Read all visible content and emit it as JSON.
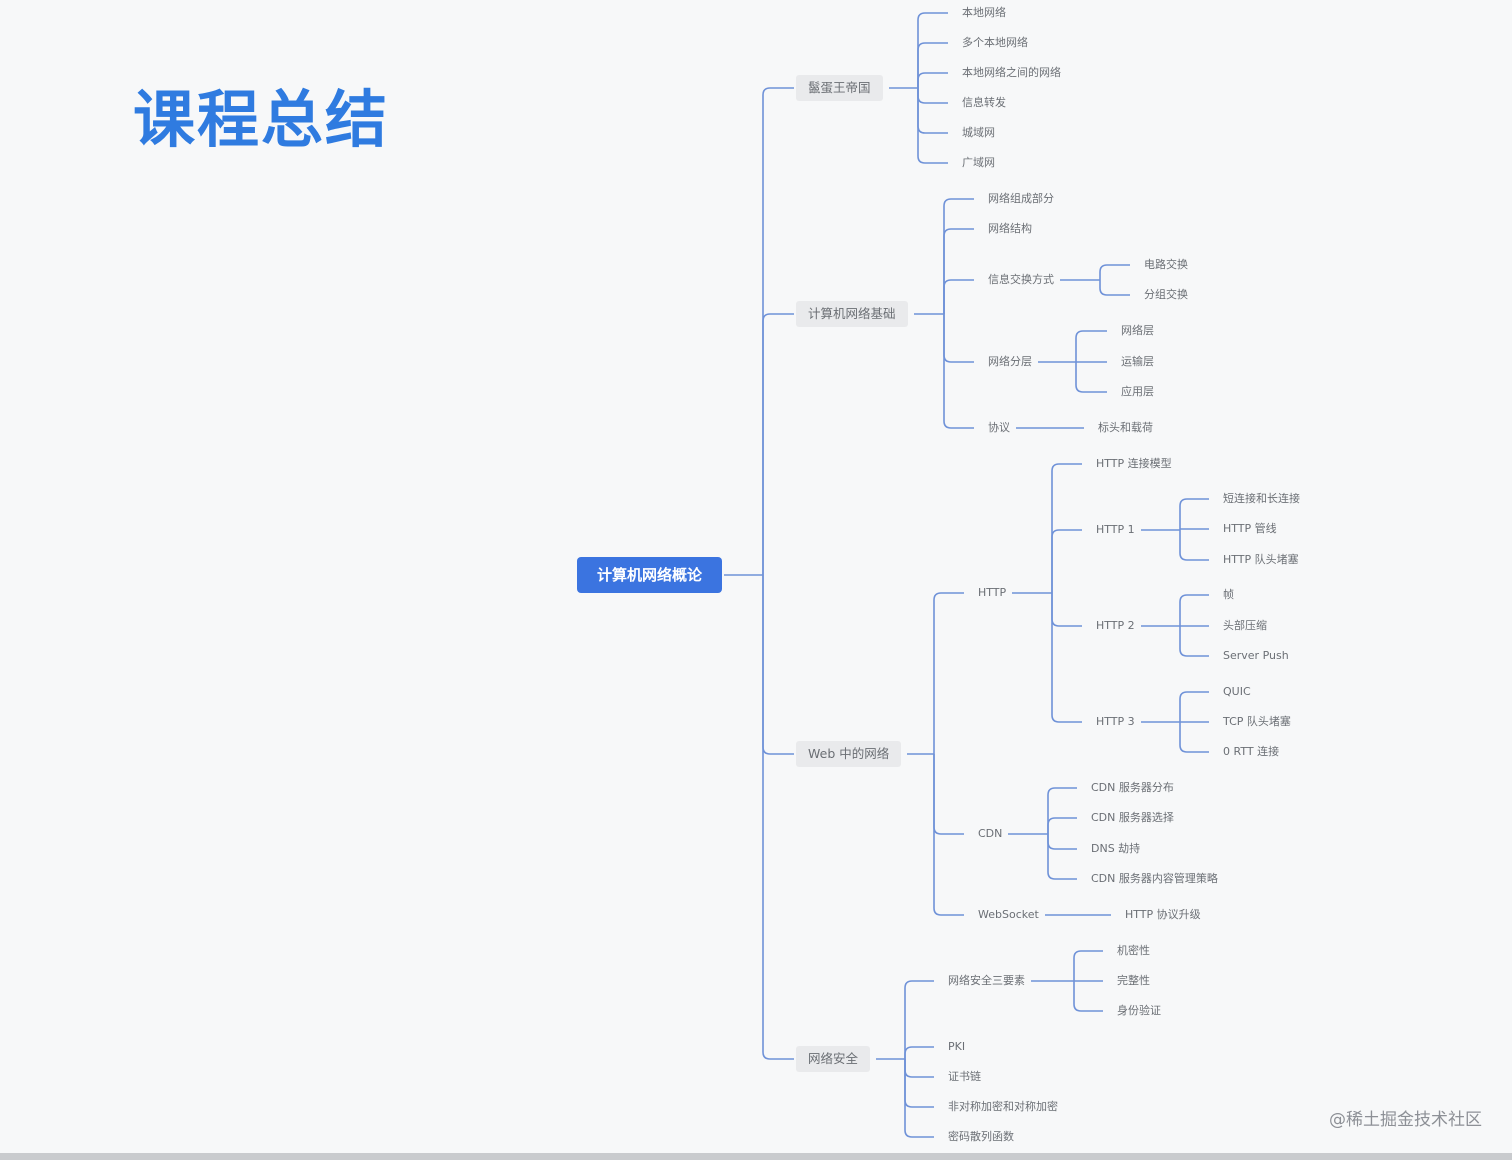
{
  "title": "课程总结",
  "watermark": "@稀土掘金技术社区",
  "colors": {
    "accent": "#3b74e0",
    "line": "#6f92d8",
    "title": "#2f7be0"
  },
  "mindmap": {
    "root": "计算机网络概论",
    "branches": [
      {
        "label": "鬣蛋王帝国",
        "children": [
          {
            "label": "本地网络"
          },
          {
            "label": "多个本地网络"
          },
          {
            "label": "本地网络之间的网络"
          },
          {
            "label": "信息转发"
          },
          {
            "label": "城域网"
          },
          {
            "label": "广域网"
          }
        ]
      },
      {
        "label": "计算机网络基础",
        "children": [
          {
            "label": "网络组成部分"
          },
          {
            "label": "网络结构"
          },
          {
            "label": "信息交换方式",
            "children": [
              {
                "label": "电路交换"
              },
              {
                "label": "分组交换"
              }
            ]
          },
          {
            "label": "网络分层",
            "children": [
              {
                "label": "网络层"
              },
              {
                "label": "运输层"
              },
              {
                "label": "应用层"
              }
            ]
          },
          {
            "label": "协议",
            "children": [
              {
                "label": "标头和载荷"
              }
            ]
          }
        ]
      },
      {
        "label": "Web 中的网络",
        "children": [
          {
            "label": "HTTP",
            "children": [
              {
                "label": "HTTP 连接模型"
              },
              {
                "label": "HTTP 1",
                "children": [
                  {
                    "label": "短连接和长连接"
                  },
                  {
                    "label": "HTTP 管线"
                  },
                  {
                    "label": "HTTP 队头堵塞"
                  }
                ]
              },
              {
                "label": "HTTP 2",
                "children": [
                  {
                    "label": "帧"
                  },
                  {
                    "label": "头部压缩"
                  },
                  {
                    "label": "Server Push"
                  }
                ]
              },
              {
                "label": "HTTP 3",
                "children": [
                  {
                    "label": "QUIC"
                  },
                  {
                    "label": "TCP 队头堵塞"
                  },
                  {
                    "label": "0 RTT 连接"
                  }
                ]
              }
            ]
          },
          {
            "label": "CDN",
            "children": [
              {
                "label": "CDN 服务器分布"
              },
              {
                "label": "CDN 服务器选择"
              },
              {
                "label": "DNS 劫持"
              },
              {
                "label": "CDN 服务器内容管理策略"
              }
            ]
          },
          {
            "label": "WebSocket",
            "children": [
              {
                "label": "HTTP 协议升级"
              }
            ]
          }
        ]
      },
      {
        "label": "网络安全",
        "children": [
          {
            "label": "网络安全三要素",
            "children": [
              {
                "label": "机密性"
              },
              {
                "label": "完整性"
              },
              {
                "label": "身份验证"
              }
            ]
          },
          {
            "label": "PKI"
          },
          {
            "label": "证书链"
          },
          {
            "label": "非对称加密和对称加密"
          },
          {
            "label": "密码散列函数"
          }
        ]
      }
    ]
  }
}
